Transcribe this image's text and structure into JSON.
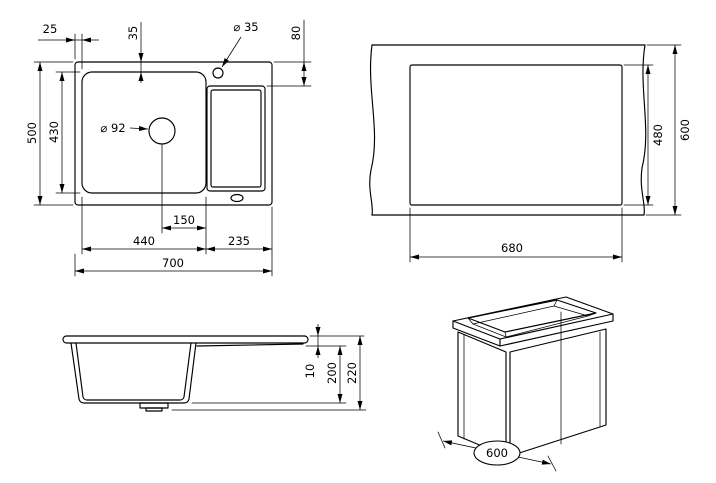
{
  "colors": {
    "ink": "#000000",
    "paper": "#ffffff"
  },
  "views": {
    "top": {
      "rim_offset": "25",
      "tap_from_top": "35",
      "tap_diameter": "⌀ 35",
      "board_from_top": "80",
      "overall_depth": "500",
      "bowl_depth": "430",
      "drain_diameter": "⌀ 92",
      "drain_to_bowl_edge": "150",
      "bowl_width": "440",
      "board_width": "235",
      "overall_width": "700"
    },
    "cutout": {
      "cutout_depth": "480",
      "counter_depth": "600",
      "cutout_width": "680"
    },
    "side": {
      "rim_thickness": "10",
      "bowl_depth": "200",
      "overall_height": "220"
    },
    "cabinet": {
      "cabinet_width": "600"
    }
  }
}
